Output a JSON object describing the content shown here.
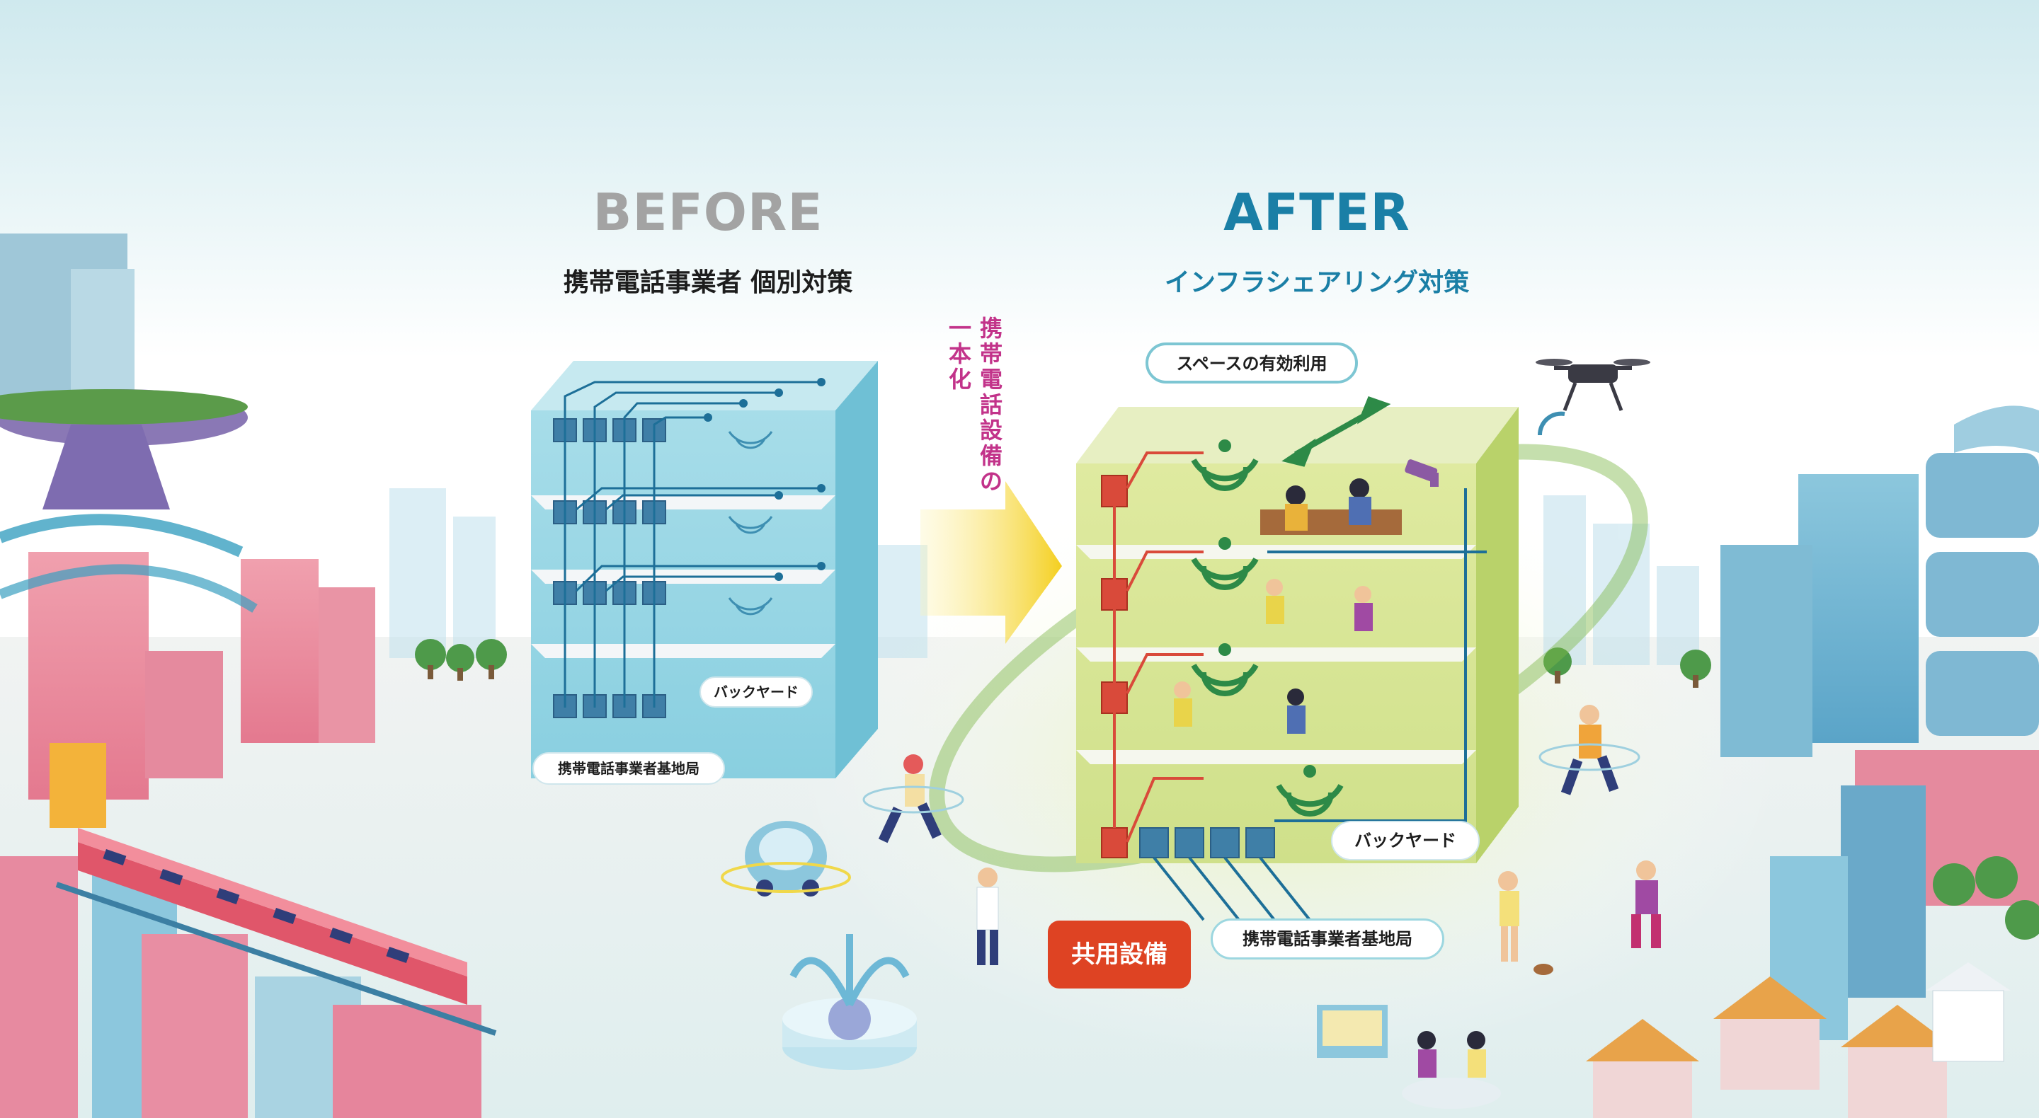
{
  "before": {
    "title": "BEFORE",
    "subtitle": "携帯電話事業者 個別対策",
    "backyard_label": "バックヤード",
    "base_station_label": "携帯電話事業者基地局"
  },
  "after": {
    "title": "AFTER",
    "subtitle": "インフラシェアリング対策",
    "space_label": "スペースの有効利用",
    "backyard_label": "バックヤード",
    "base_station_label": "携帯電話事業者基地局",
    "shared_equipment_label": "共用設備"
  },
  "transition": {
    "label_line1": "携帯電話設備の",
    "label_line2": "一本化"
  },
  "colors": {
    "before_title": "#a3a3a3",
    "after_title": "#1a7fa6",
    "transition_text": "#c2338a",
    "shared_equipment": "#de4323",
    "before_building": "#8fd4e3",
    "after_building": "#d4e48a",
    "signal_green": "#2d8a47",
    "cable_blue": "#1d6f98",
    "cable_red": "#d94a3a"
  },
  "icons": [
    "wifi-signal-icon",
    "cctv-camera-icon",
    "drone-icon",
    "double-arrow-icon",
    "fountain-icon",
    "tree-icon",
    "train-icon"
  ]
}
